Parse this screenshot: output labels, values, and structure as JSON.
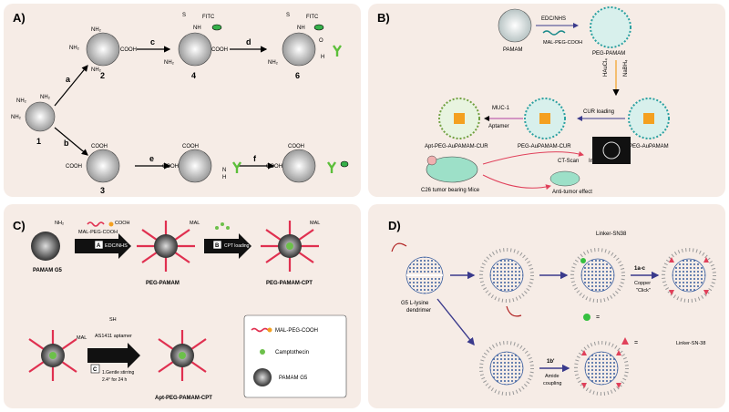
{
  "panels": {
    "a": {
      "label": "A)",
      "compounds": [
        "1",
        "2",
        "4",
        "6",
        "3"
      ],
      "arrows": [
        "a",
        "b",
        "c",
        "d",
        "e",
        "f"
      ],
      "groups": {
        "nh2": "NH₂",
        "cooh": "COOH",
        "fitc": "FITC",
        "s": "S",
        "nh": "NH",
        "h": "H",
        "n": "N",
        "o": "O"
      }
    },
    "b": {
      "label": "B)",
      "texts": {
        "pamam": "PAMAM",
        "edc": "EDC/NHS",
        "malpeg": "MAL-PEG-COOH",
        "pegpamam": "PEG-PAMAM",
        "haucl4": "HAuCl₄",
        "nabh4": "NaBH₄",
        "pegaupamam": "PEG-AuPAMAM",
        "curloading": "CUR loading",
        "pegaupamamcur": "PEG-AuPAMAM-CUR",
        "muc1": "MUC-1",
        "aptamer": "Aptamer",
        "apt": "Apt-PEG-AuPAMAM-CUR",
        "ctscan": "CT-Scan",
        "imaging": "Imaging",
        "mice": "C26 tumor bearing Mice",
        "antitumor": "Anti-tumor effect"
      }
    },
    "c": {
      "label": "C)",
      "texts": {
        "nh2": "NH₂",
        "cooh": "COOH",
        "malpeg": "MAL-PEG-COOH",
        "stepA": "A",
        "edc": "EDC/NHS",
        "stepB": "B",
        "cpt": "CPT loading",
        "mal1": "MAL",
        "mal2": "MAL",
        "pamamg5": "PAMAM G5",
        "pegpamam": "PEG-PAMAM",
        "pegpamamcpt": "PEG-PAMAM-CPT",
        "sh": "SH",
        "as1411": "AS1411 aptamer",
        "stepC": "C",
        "gentle": "1.Gentle stirring",
        "temp": "2.4° for 24 h",
        "aptpeg": "Apt-PEG-PAMAM-CPT",
        "leg1": "MAL-PEG-COOH",
        "leg2": "Camptothecin",
        "leg3": "PAMAM G5"
      }
    },
    "d": {
      "label": "D)",
      "texts": {
        "g5": "G5 L-lysine",
        "dendrimer": "dendrimer",
        "linker": "Linker-SN38",
        "step1": "1a-c",
        "copper": "Copper",
        "click": "\"Click\"",
        "step2": "1b'",
        "amide": "Amide",
        "coupling": "coupling",
        "eq1": "=",
        "eq2": "=",
        "linker2": "Linker-SN-38"
      }
    }
  },
  "colors": {
    "panel_bg": "#f6ece6",
    "arrow_blue": "#3a3a8c",
    "peg_red": "#e03050",
    "mal_black": "#111111",
    "cpt_green": "#6cc04a",
    "au_orange": "#f4a020",
    "triangle_red": "#e0405a",
    "dendrimer_blue": "#4a6fb0"
  }
}
